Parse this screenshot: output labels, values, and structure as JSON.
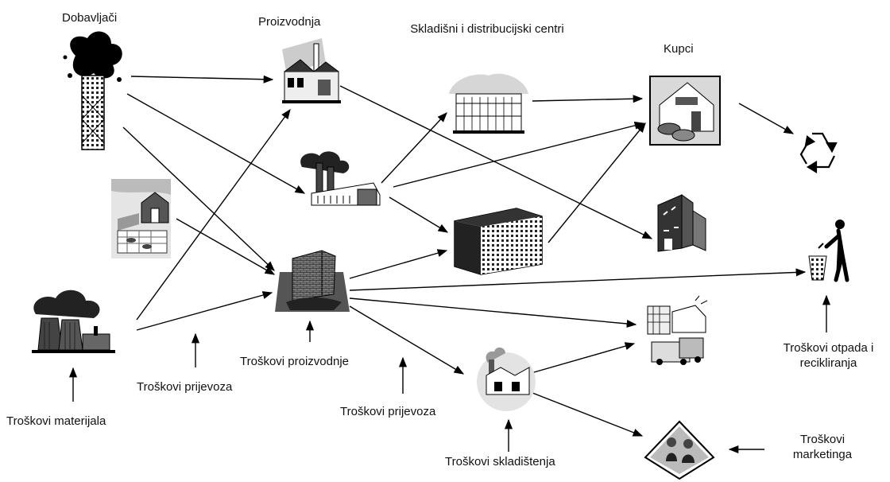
{
  "columns": {
    "suppliers": "Dobavljači",
    "production": "Proizvodnja",
    "warehouses": "Skladišni i distribucijski centri",
    "customers": "Kupci"
  },
  "costs": {
    "materials": "Troškovi materijala",
    "transport_1": "Troškovi prijevoza",
    "production": "Troškovi proizvodnje",
    "transport_2": "Troškovi prijevoza",
    "storage": "Troškovi skladištenja",
    "marketing": "Troškovi marketinga",
    "waste": "Troškovi otpada i recikliranja"
  },
  "icons": [
    "oil-well-icon",
    "farm-icon",
    "power-plant-icon",
    "factory-icon",
    "industrial-plant-icon",
    "mine-icon",
    "warehouse-icon",
    "office-building-icon",
    "distribution-center-icon",
    "house-icon",
    "store-icon",
    "delivery-trucks-icon",
    "market-icon",
    "recycle-icon",
    "trash-bin-icon"
  ]
}
